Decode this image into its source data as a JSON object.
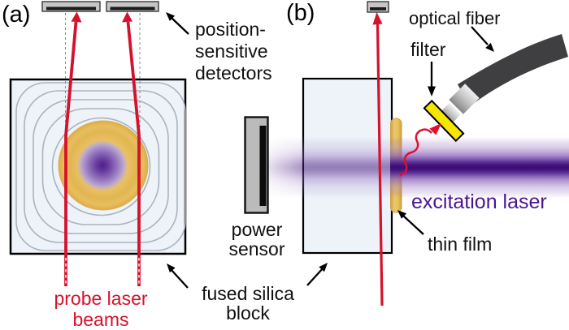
{
  "panel_a": {
    "label": "(a)",
    "detectors_label": [
      "position-",
      "sensitive",
      "detectors"
    ],
    "probe_label": [
      "probe laser",
      "beams"
    ]
  },
  "panel_b": {
    "label": "(b)",
    "optical_fiber_label": "optical fiber",
    "filter_label": "filter",
    "excitation_label": "excitation laser",
    "thin_film_label": "thin film",
    "power_label": [
      "power",
      "sensor"
    ]
  },
  "shared": {
    "fused_label": [
      "fused silica",
      "block"
    ]
  },
  "colors": {
    "probe_red": "#d5122b",
    "excitation_purple_text": "#4a1591",
    "excitation_beam_core": "#390d72",
    "thin_film_amber": "#e6bc5c",
    "filter_yellow": "#f7e600",
    "fiber_gray": "#3f3f41",
    "block_fill": "#edf3f8",
    "contour_gray": "#aab3bf",
    "detector_gray": "#c6c6c6"
  }
}
